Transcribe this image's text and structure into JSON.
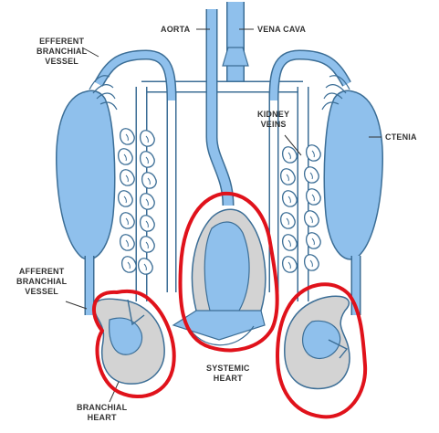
{
  "labels": {
    "efferent": [
      "EFFERENT",
      "BRANCHIAL",
      "VESSEL"
    ],
    "aorta": "AORTA",
    "vena_cava": "VENA CAVA",
    "kidney_veins": [
      "KIDNEY",
      "VEINS"
    ],
    "ctenidia": "CTENIA",
    "afferent": [
      "AFFERENT",
      "BRANCHIAL",
      "VESSEL"
    ],
    "systemic_heart": [
      "SYSTEMIC",
      "HEART"
    ],
    "branchial_heart": [
      "BRANCHIAL",
      "HEART"
    ]
  },
  "colors": {
    "vessel_blue": "#8fc0ec",
    "vessel_outline": "#3c6e96",
    "heart_grey": "#d3d3d3",
    "highlight_red": "#e0121b"
  }
}
